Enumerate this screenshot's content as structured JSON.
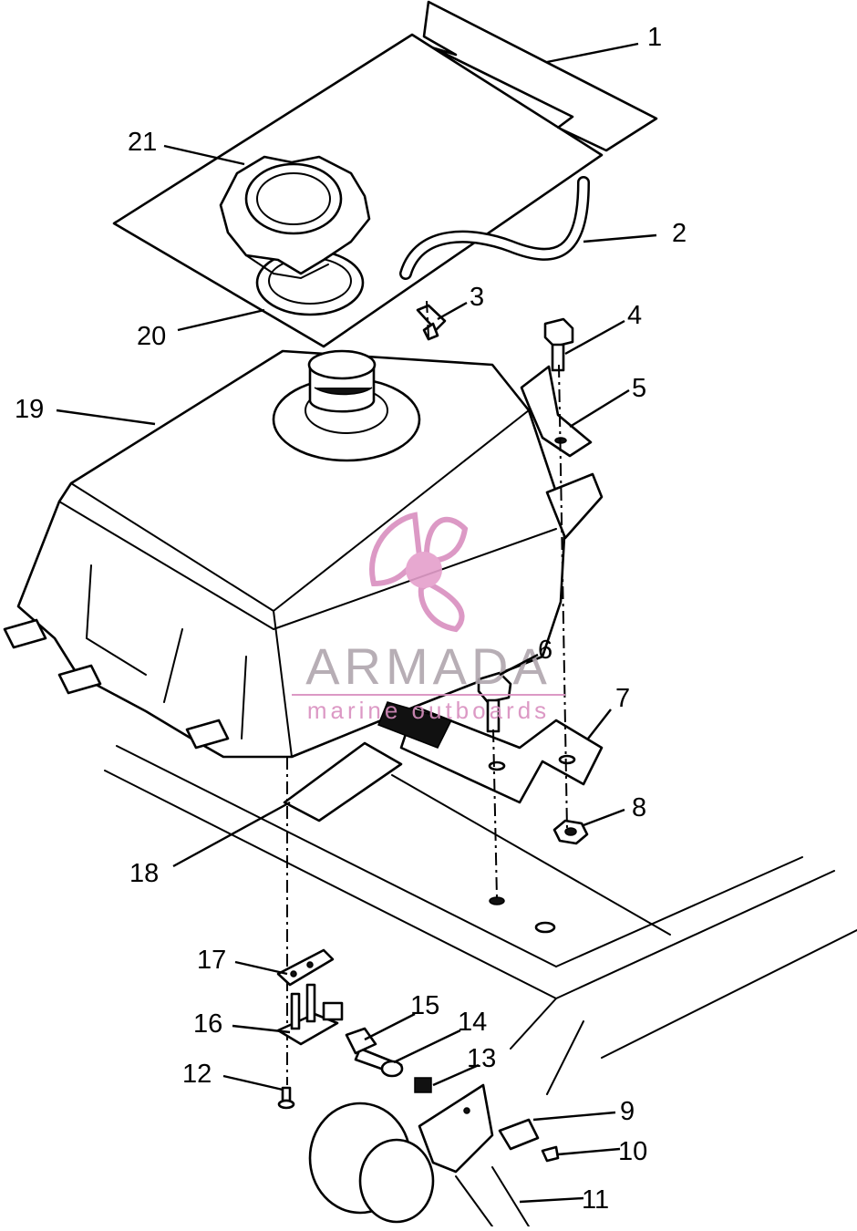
{
  "callouts": [
    {
      "id": "p1",
      "label": "1"
    },
    {
      "id": "p2",
      "label": "2"
    },
    {
      "id": "p3",
      "label": "3"
    },
    {
      "id": "p4",
      "label": "4"
    },
    {
      "id": "p5",
      "label": "5"
    },
    {
      "id": "p6",
      "label": "6"
    },
    {
      "id": "p7",
      "label": "7"
    },
    {
      "id": "p8",
      "label": "8"
    },
    {
      "id": "p9",
      "label": "9"
    },
    {
      "id": "p10",
      "label": "10"
    },
    {
      "id": "p11",
      "label": "11"
    },
    {
      "id": "p12",
      "label": "12"
    },
    {
      "id": "p13",
      "label": "13"
    },
    {
      "id": "p14",
      "label": "14"
    },
    {
      "id": "p15",
      "label": "15"
    },
    {
      "id": "p16",
      "label": "16"
    },
    {
      "id": "p17",
      "label": "17"
    },
    {
      "id": "p18",
      "label": "18"
    },
    {
      "id": "p19",
      "label": "19"
    },
    {
      "id": "p20",
      "label": "20"
    },
    {
      "id": "p21",
      "label": "21"
    }
  ],
  "watermark": {
    "brand": "ARMADA",
    "tagline": "marine outboards",
    "color": "#d98fbf"
  }
}
